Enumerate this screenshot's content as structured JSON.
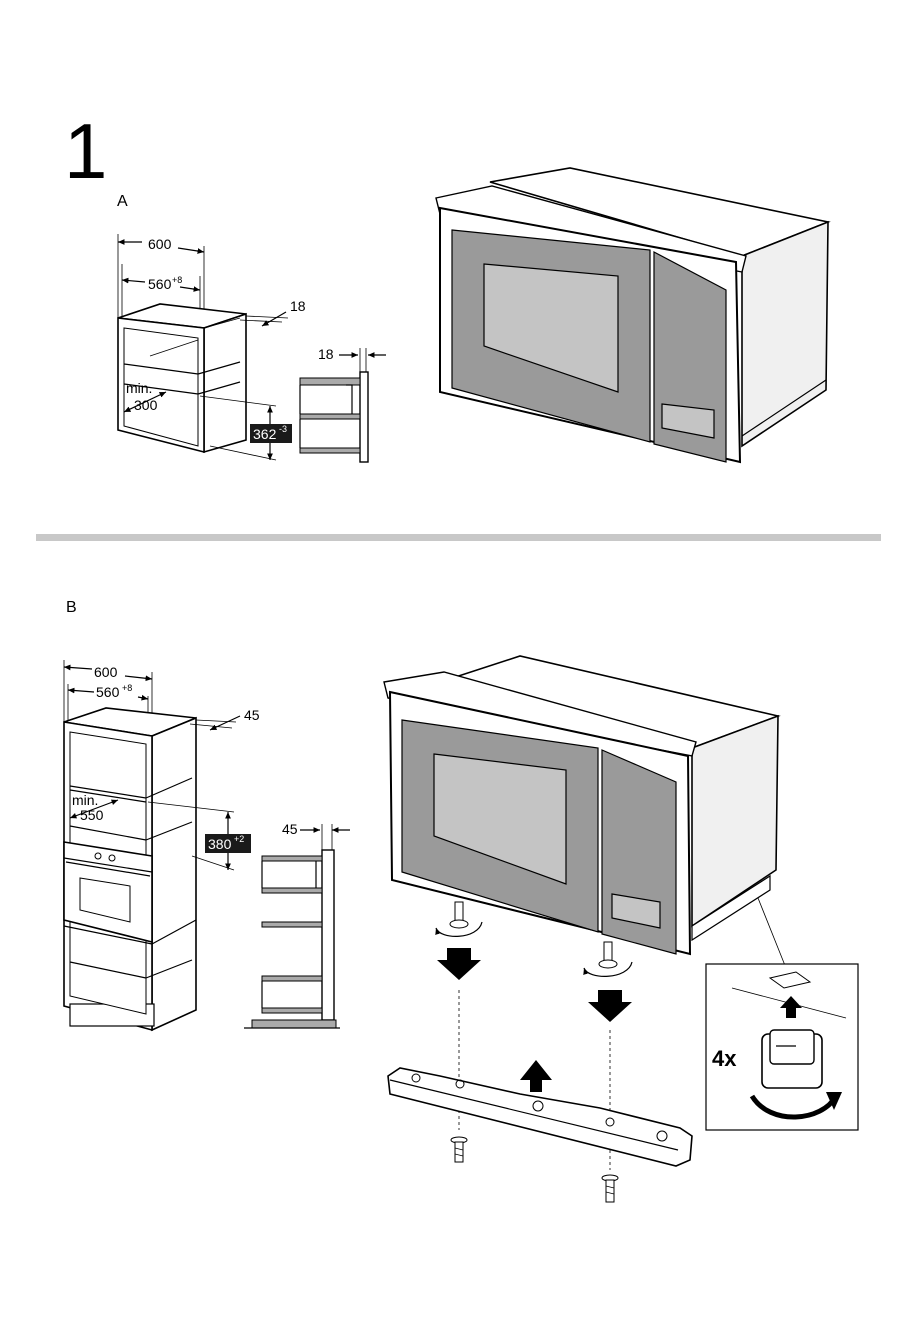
{
  "step_number": "1",
  "section_a": {
    "label": "A",
    "cabinet": {
      "width": "600",
      "inner_width": "560",
      "inner_width_tol": "+8",
      "side_thickness": "18",
      "min_label": "min.",
      "min_depth": "300",
      "opening_height": "362",
      "opening_height_tol": "-3"
    },
    "side_detail": {
      "thickness": "18"
    }
  },
  "section_b": {
    "label": "B",
    "cabinet": {
      "width": "600",
      "inner_width": "560",
      "inner_width_tol": "+8",
      "side_thickness": "45",
      "min_label": "min.",
      "min_depth": "550",
      "opening_height": "380",
      "opening_height_tol": "+2"
    },
    "side_detail": {
      "thickness": "45"
    },
    "inset": {
      "count": "4x"
    }
  },
  "colors": {
    "door_gray": "#9a9a9a",
    "window_gray": "#c4c4c4",
    "body_side": "#f0f0f0",
    "divider": "#c8c8c8",
    "badge": "#1a1a1a"
  }
}
